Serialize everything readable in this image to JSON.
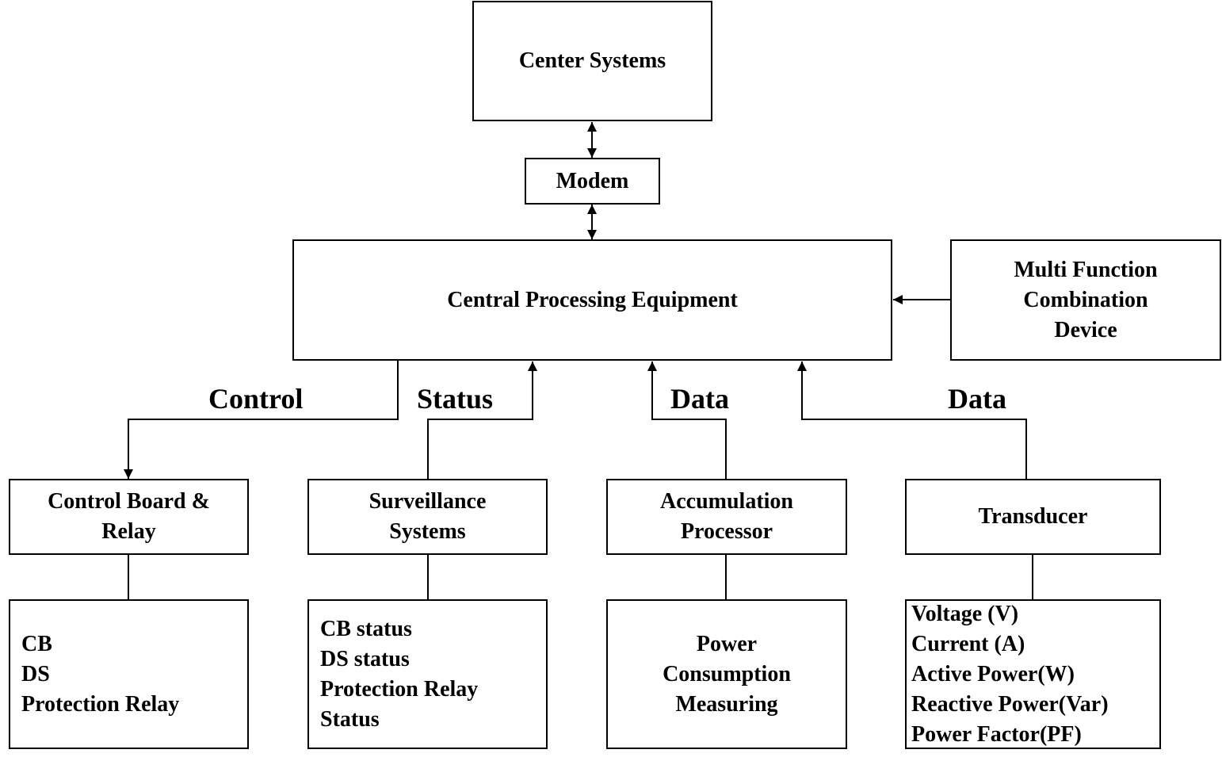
{
  "nodes": {
    "center_systems": "Center Systems",
    "modem": "Modem",
    "cpe": "Central Processing Equipment",
    "multi_function": [
      "Multi Function",
      "Combination",
      "Device"
    ],
    "control_board": [
      "Control Board &",
      "Relay"
    ],
    "surveillance": [
      "Surveillance",
      "Systems"
    ],
    "accumulation": [
      "Accumulation",
      "Processor"
    ],
    "transducer": "Transducer",
    "control_items": [
      "CB",
      "DS",
      "Protection Relay"
    ],
    "surveillance_items": [
      "CB status",
      "DS status",
      "Protection Relay",
      "Status"
    ],
    "accumulation_items": [
      "Power",
      "Consumption",
      "Measuring"
    ],
    "transducer_items": [
      "Voltage (V)",
      "Current (A)",
      "Active Power(W)",
      "Reactive Power(Var)",
      "Power Factor(PF)"
    ]
  },
  "flows": {
    "control": "Control",
    "status": "Status",
    "data1": "Data",
    "data2": "Data"
  }
}
